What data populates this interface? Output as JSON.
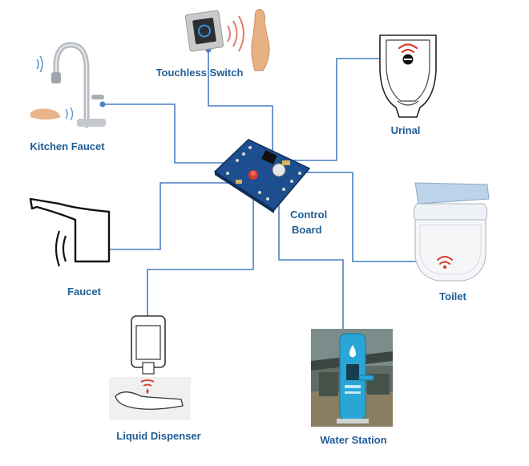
{
  "labels": {
    "touchless_switch": "Touchless Switch",
    "kitchen_faucet": "Kitchen Faucet",
    "urinal": "Urinal",
    "control_board_line1": "Control",
    "control_board_line2": "Board",
    "faucet": "Faucet",
    "toilet": "Toilet",
    "liquid_dispenser": "Liquid Dispenser",
    "water_station": "Water Station"
  },
  "colors": {
    "label_text": "#1f5e96",
    "wire": "#4a7fc3",
    "board": "#1d4e8f",
    "sensor_red": "#d83a2a",
    "station_blue": "#2aa6d6"
  }
}
